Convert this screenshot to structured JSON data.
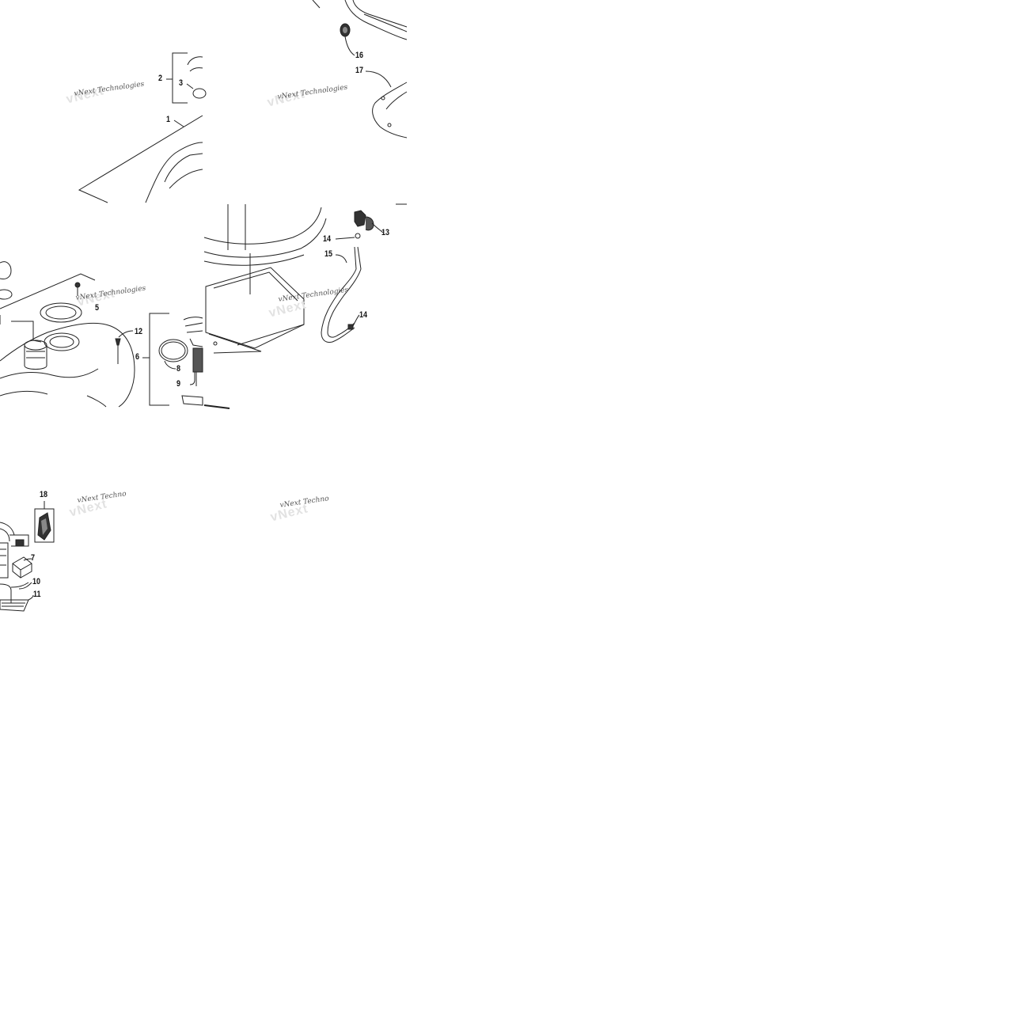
{
  "diagram": {
    "watermark_text": "vNext Technologies",
    "watermark_text_partial": "vNext Techno",
    "callouts": {
      "c1": "1",
      "c2": "2",
      "c3": "3",
      "c5": "5",
      "c6": "6",
      "c7": "7",
      "c8": "8",
      "c9": "9",
      "c10": "10",
      "c11": "11",
      "c12": "12",
      "c13": "13",
      "c14a": "14",
      "c14b": "14",
      "c15": "15",
      "c16": "16",
      "c17": "17",
      "c18": "18"
    }
  }
}
